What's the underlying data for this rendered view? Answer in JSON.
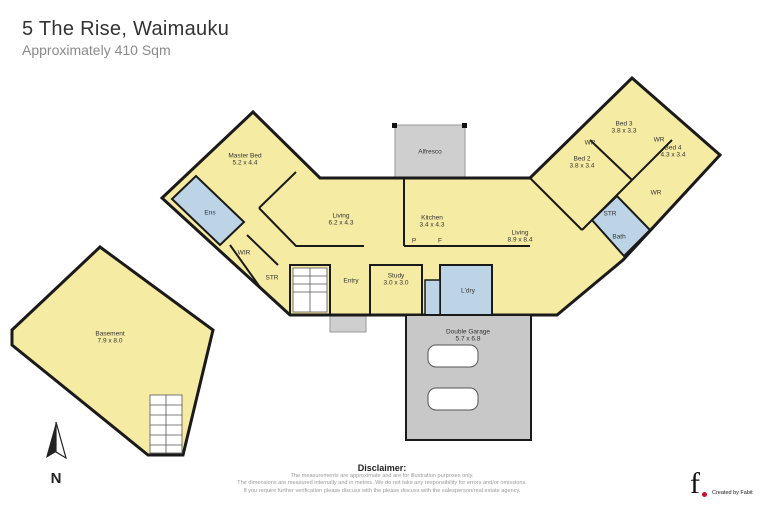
{
  "header": {
    "title": "5 The Rise, Waimauku",
    "subtitle": "Approximately 410 Sqm"
  },
  "colors": {
    "room": "#f6eba3",
    "wet": "#bcd4e6",
    "outdoor": "#cfcfcf",
    "wall": "#1a1a1a"
  },
  "rooms": {
    "master_bed": {
      "name": "Master Bed",
      "size": "5.2 x 4.4"
    },
    "ens": {
      "name": "Ens"
    },
    "wir_master": {
      "name": "WIR"
    },
    "str_left": {
      "name": "STR"
    },
    "living_left": {
      "name": "Living",
      "size": "6.2 x 4.3"
    },
    "alfresco": {
      "name": "Alfresco"
    },
    "kitchen": {
      "name": "Kitchen",
      "size": "3.4 x 4.3"
    },
    "pantry": {
      "name": "P"
    },
    "fridge": {
      "name": "F"
    },
    "entry": {
      "name": "Entry"
    },
    "study": {
      "name": "Study",
      "size": "3.0 x 3.0"
    },
    "laundry": {
      "name": "L'dry"
    },
    "living_right": {
      "name": "Living",
      "size": "8.9 x 8.4"
    },
    "bed2": {
      "name": "Bed 2",
      "size": "3.8 x 3.4"
    },
    "bed3": {
      "name": "Bed 3",
      "size": "3.8 x 3.3"
    },
    "bed4": {
      "name": "Bed 4",
      "size": "4.3 x 3.4"
    },
    "wr_bed2": {
      "name": "WR"
    },
    "wr_bed3": {
      "name": "WR"
    },
    "wr_bed4": {
      "name": "WR"
    },
    "str_right": {
      "name": "STR"
    },
    "bath": {
      "name": "Bath"
    },
    "garage": {
      "name": "Double Garage",
      "size": "5.7 x 6.8"
    },
    "basement": {
      "name": "Basement",
      "size": "7.9 x 8.0"
    }
  },
  "compass": {
    "label": "N",
    "icon": "north-arrow-icon"
  },
  "disclaimer": {
    "title": "Disclaimer:",
    "lines": [
      "The measurements are approximate and are for illustration purposes only.",
      "The dimensions are measured internally and in metres. We do not take any responsibility for errors and/or omissions.",
      "If you require further verification please discuss with the please discuss with the salesperson/real estate agency."
    ]
  },
  "branding": {
    "logo_letter": "f",
    "credit": "Created by Fabit"
  }
}
